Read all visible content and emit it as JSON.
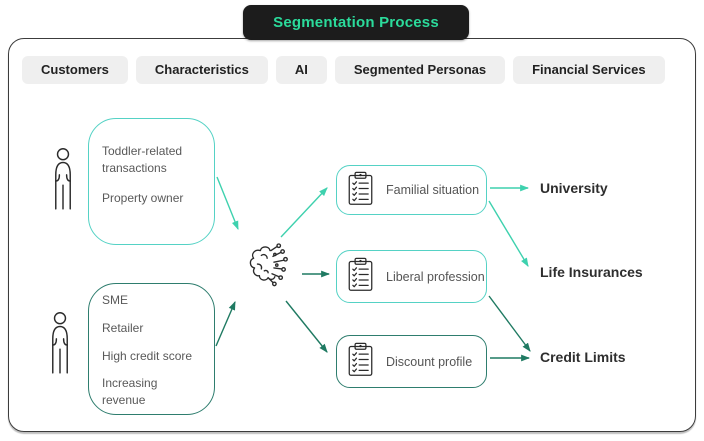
{
  "title": "Segmentation Process",
  "stages": [
    "Customers",
    "Characteristics",
    "AI",
    "Segmented Personas",
    "Financial Services"
  ],
  "customer_groups": [
    {
      "traits": [
        "Toddler-related transactions",
        "Property owner"
      ]
    },
    {
      "traits": [
        "SME",
        "Retailer",
        "High credit score",
        "Increasing revenue"
      ]
    }
  ],
  "personas": [
    "Familial situation",
    "Liberal profession",
    "Discount profile"
  ],
  "services": [
    "University",
    "Life Insurances",
    "Credit Limits"
  ],
  "colors": {
    "accent_teal": "#3ed1ae",
    "accent_dark_green": "#1f7a62",
    "box_teal": "#55d2c5",
    "box_dark": "#2e7d6e",
    "banner_bg": "#1c1c1c",
    "banner_text": "#2bdb9b",
    "pill_bg": "#efefef",
    "text_dark": "#2e2e2e",
    "text_muted": "#595959"
  }
}
